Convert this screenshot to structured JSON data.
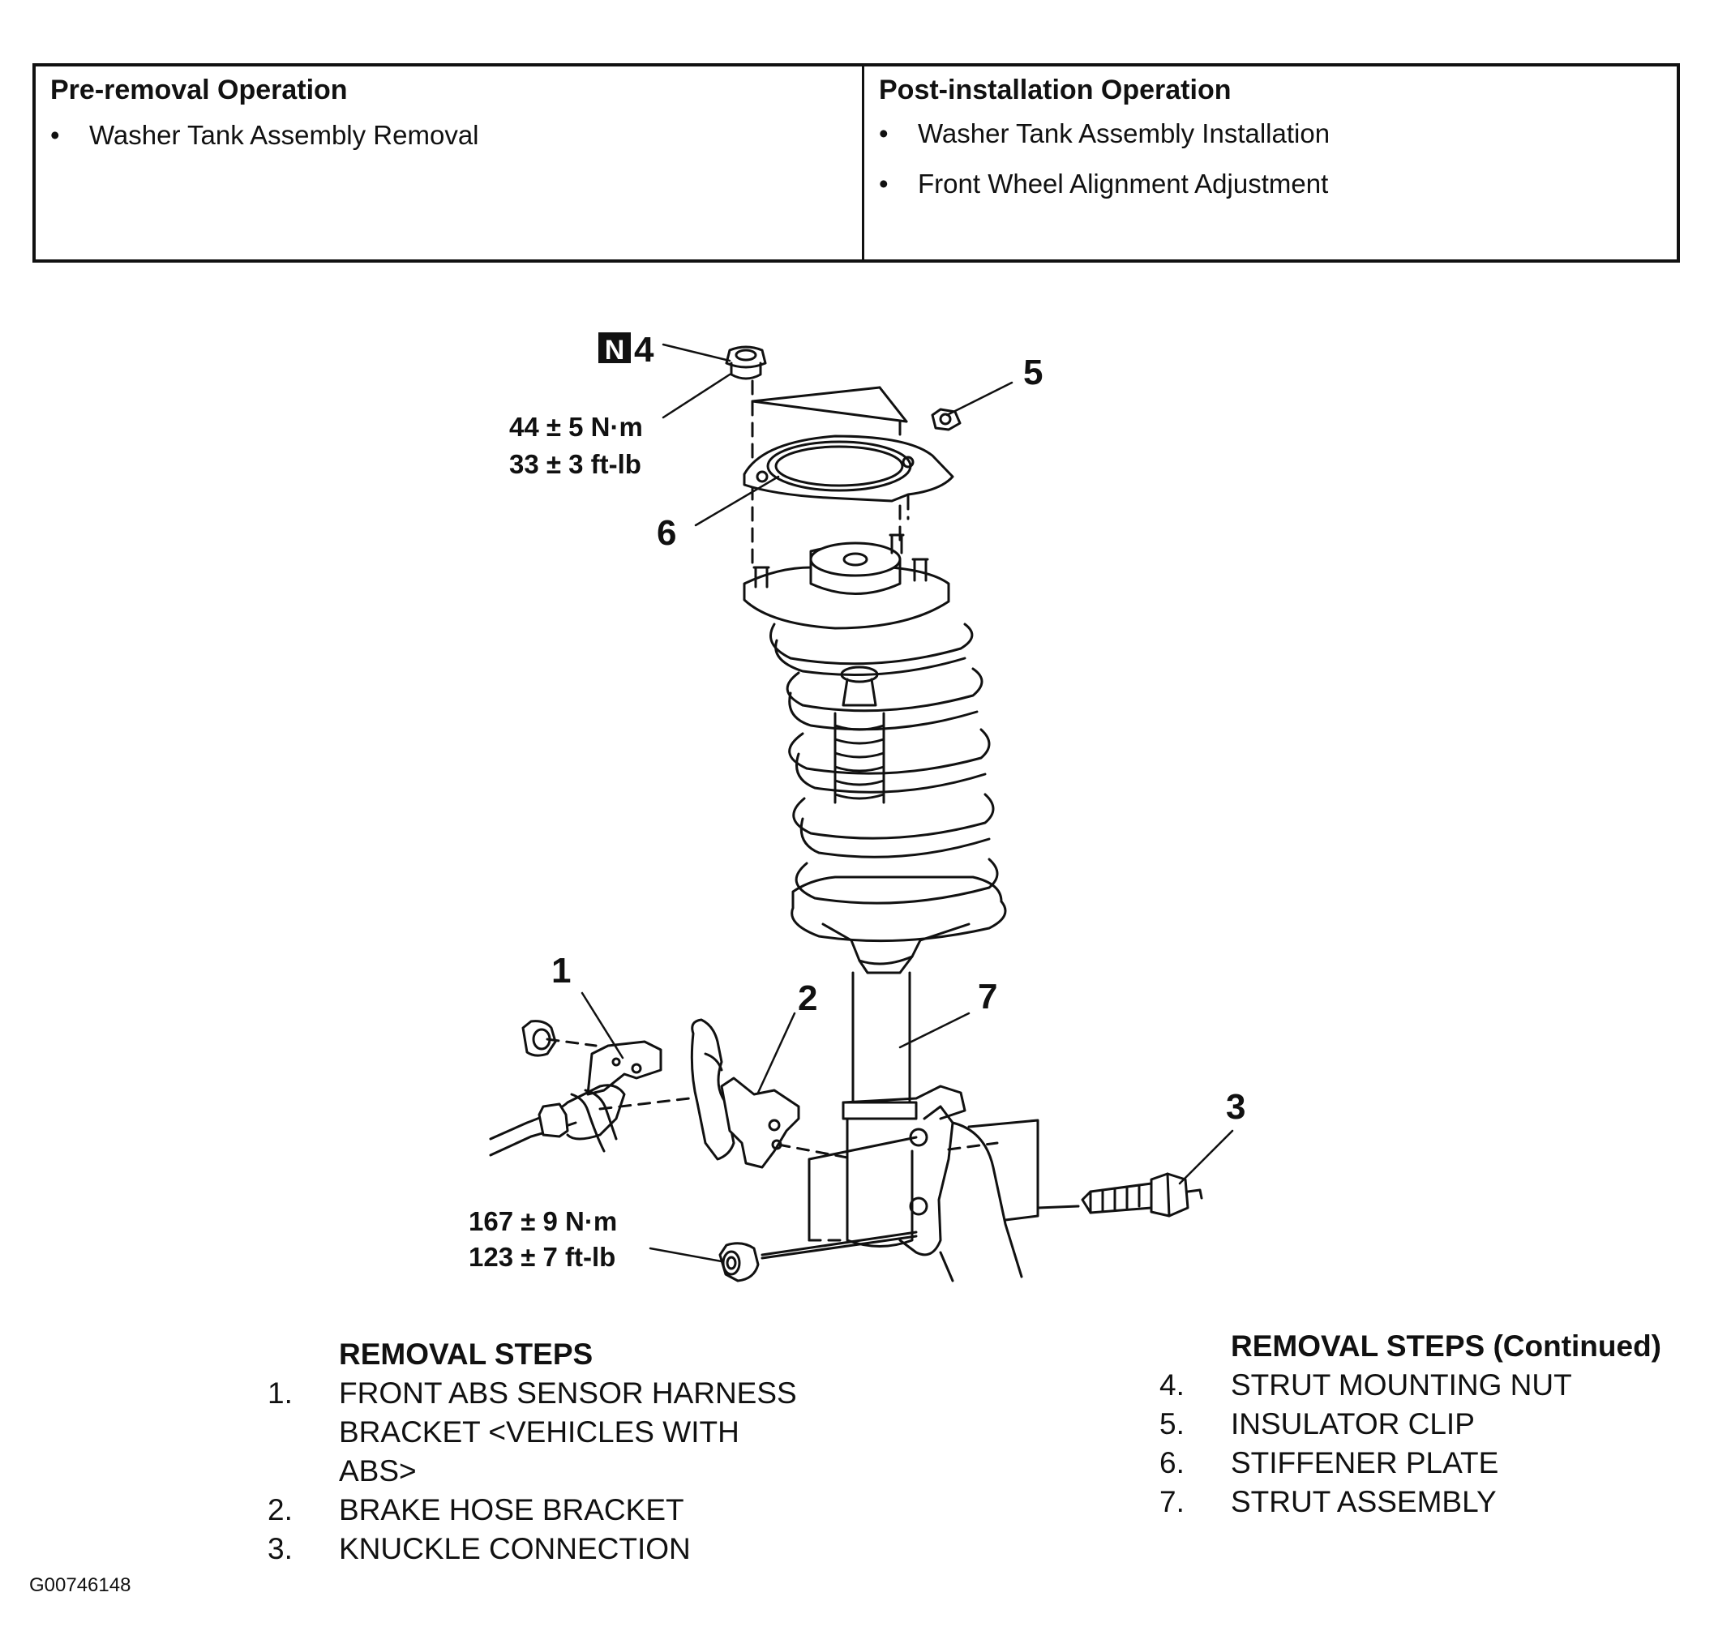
{
  "pre_removal": {
    "title": "Pre-removal Operation",
    "items": [
      "Washer Tank Assembly Removal"
    ]
  },
  "post_installation": {
    "title": "Post-installation Operation",
    "items": [
      "Washer Tank Assembly Installation",
      "Front Wheel Alignment Adjustment"
    ]
  },
  "diagram": {
    "new_part_mark": "N",
    "callouts": [
      "1",
      "2",
      "3",
      "4",
      "5",
      "6",
      "7"
    ],
    "torque_top": {
      "nm": "44 ± 5 N·m",
      "ftlb": "33 ± 3 ft-lb"
    },
    "torque_bottom": {
      "nm": "167 ± 9 N·m",
      "ftlb": "123 ± 7 ft-lb"
    }
  },
  "removal_steps": {
    "title": "REMOVAL STEPS",
    "steps": [
      {
        "num": "1.",
        "lines": [
          "FRONT ABS SENSOR HARNESS",
          "BRACKET <VEHICLES WITH",
          "ABS>"
        ]
      },
      {
        "num": "2.",
        "lines": [
          "BRAKE HOSE BRACKET"
        ]
      },
      {
        "num": "3.",
        "lines": [
          "KNUCKLE CONNECTION"
        ]
      }
    ]
  },
  "removal_steps_continued": {
    "title": "REMOVAL STEPS (Continued)",
    "steps": [
      {
        "num": "4.",
        "text": "STRUT MOUNTING NUT"
      },
      {
        "num": "5.",
        "text": "INSULATOR CLIP"
      },
      {
        "num": "6.",
        "text": "STIFFENER PLATE"
      },
      {
        "num": "7.",
        "text": "STRUT ASSEMBLY"
      }
    ]
  },
  "figure_id": "G00746148"
}
